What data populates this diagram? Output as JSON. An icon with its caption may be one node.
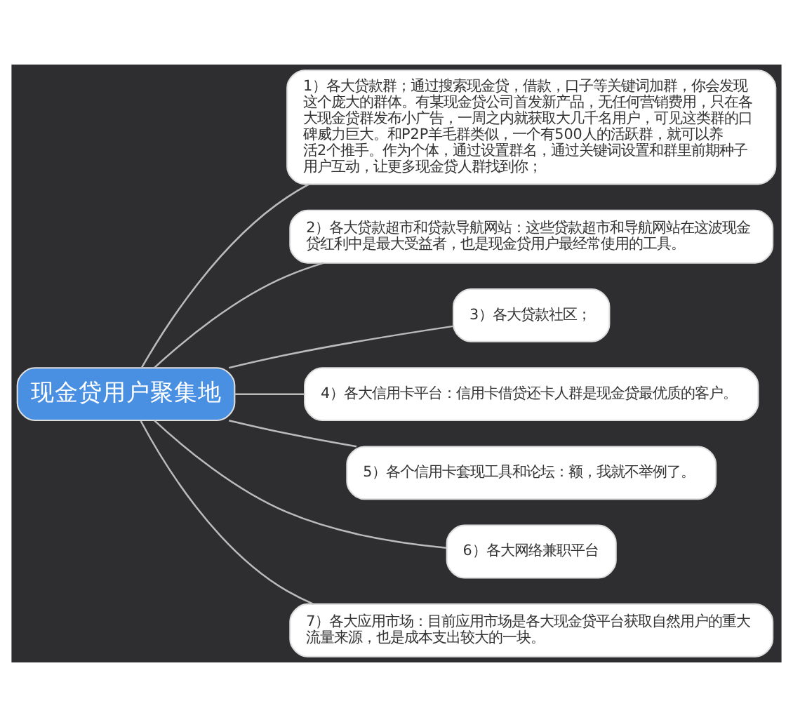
{
  "diagram": {
    "nodes": [
      {
        "text": [
          "现金贷用户聚集地"
        ]
      },
      {
        "text": [
          "1）各大贷款群；通过搜索现金贷，借款，口子等关键词加群，你会发现这个庞大的群体。有某现金贷公司首发新产品，无任何营销费用，只在各大现金贷群发布小广告，一周之内就获取大几千名用户，可见这类群的口碑威力巨大。和P2P羊毛群类似，一个有500人的活跃群，就可以养活2个推手。作为个体，通过设置群名，通过关键词设置和群里前期种子用户互动，让更多现金贷人群找到你；"
        ]
      },
      {
        "text": [
          "2）各大贷款超市和贷款导航网站：这些贷款超市和导航网站在这波现金贷红利中是最大受益者，也是现金贷用户最经常使用的工具。"
        ]
      },
      {
        "text": [
          "3）各大贷款社区；"
        ]
      },
      {
        "text": [
          "4）各大信用卡平台：信用卡借贷还卡人群是现金贷最优质的客户。"
        ]
      },
      {
        "text": [
          "5）各个信用卡套现工具和论坛：额，我就不举例了。"
        ]
      },
      {
        "text": [
          "6）各大网络兼职平台"
        ]
      },
      {
        "text": [
          "7）各大应用市场：目前应用市场是各大现金贷平台获取自然用户的重大流量来源，也是成本支出较大的一块。"
        ]
      }
    ],
    "edges": [
      {
        "from": 0,
        "to": 1,
        "arrow": "none"
      },
      {
        "from": 0,
        "to": 2,
        "arrow": "none"
      },
      {
        "from": 0,
        "to": 3,
        "arrow": "none"
      },
      {
        "from": 0,
        "to": 4,
        "arrow": "none"
      },
      {
        "from": 0,
        "to": 5,
        "arrow": "none"
      },
      {
        "from": 0,
        "to": 6,
        "arrow": "none"
      },
      {
        "from": 0,
        "to": 7,
        "arrow": "none"
      }
    ]
  }
}
